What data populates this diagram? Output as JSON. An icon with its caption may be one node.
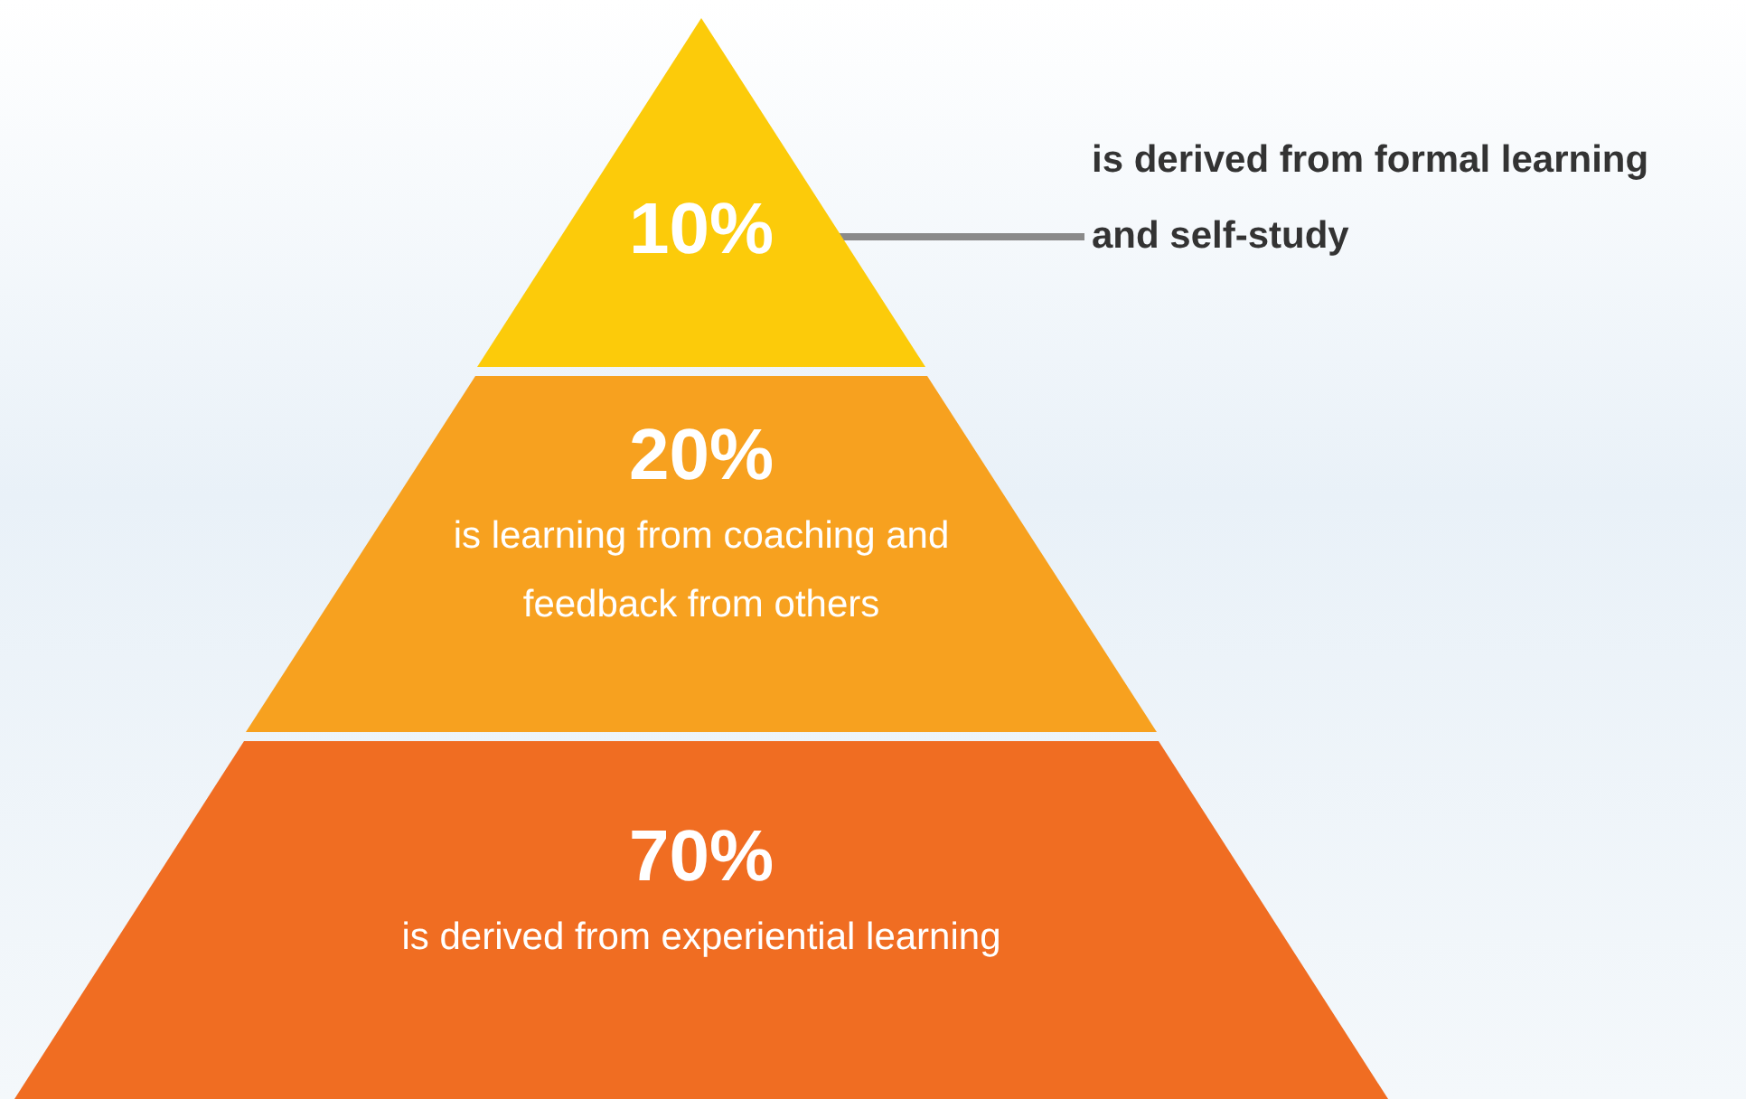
{
  "diagram": {
    "nodes": [
      {
        "text": [
          "10%"
        ]
      },
      {
        "text": [
          "20%",
          "is learning from coaching and feedback from others"
        ]
      },
      {
        "text": [
          "70%",
          "is derived from experiential learning"
        ]
      },
      {
        "text": [
          "is derived from formal learning and self-study"
        ]
      }
    ],
    "edges": [
      {
        "from": 3,
        "to": 0,
        "arrow": "none"
      }
    ]
  }
}
